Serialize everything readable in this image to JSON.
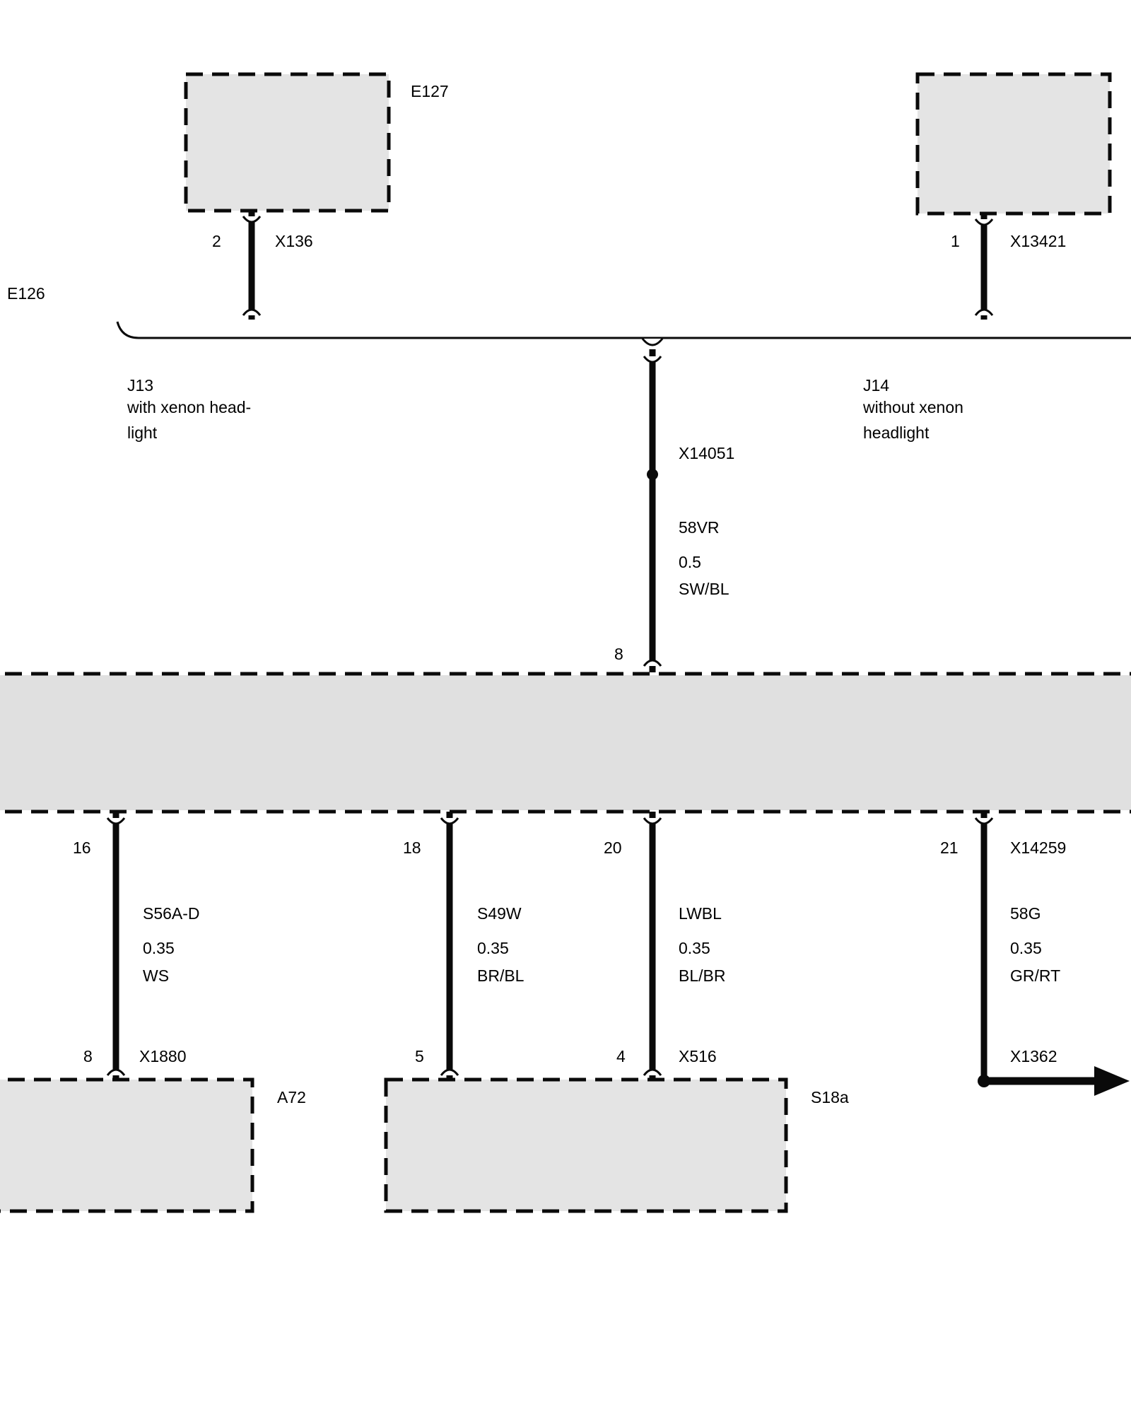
{
  "top_left": {
    "box_label": "E127",
    "pin": "2",
    "connector": "X136"
  },
  "top_right": {
    "pin": "1",
    "connector": "X13421"
  },
  "side_label": "E126",
  "branch_left": {
    "id": "J13",
    "desc1": "with xenon head-",
    "desc2": "light"
  },
  "branch_right": {
    "id": "J14",
    "desc1": "without xenon",
    "desc2": "headlight"
  },
  "center_wire": {
    "connector": "X14051",
    "circuit": "58VR",
    "gauge": "0.5",
    "color": "SW/BL",
    "pin": "8"
  },
  "wire16": {
    "pin": "16",
    "circuit": "S56A-D",
    "gauge": "0.35",
    "color": "WS",
    "bottom_pin": "8",
    "bottom_connector": "X1880"
  },
  "wire18": {
    "pin": "18",
    "circuit": "S49W",
    "gauge": "0.35",
    "color": "BR/BL",
    "bottom_pin": "5"
  },
  "wire20": {
    "pin": "20",
    "circuit": "LWBL",
    "gauge": "0.35",
    "color": "BL/BR",
    "bottom_pin": "4",
    "bottom_connector": "X516"
  },
  "wire21": {
    "pin": "21",
    "connector": "X14259",
    "circuit": "58G",
    "gauge": "0.35",
    "color": "GR/RT",
    "bottom_connector": "X1362"
  },
  "bottom_boxes": {
    "a72": "A72",
    "s18a": "S18a"
  },
  "colors": {
    "wire": "#0a0a0a",
    "box_fill": "#e4e4e4",
    "background": "#ffffff"
  }
}
